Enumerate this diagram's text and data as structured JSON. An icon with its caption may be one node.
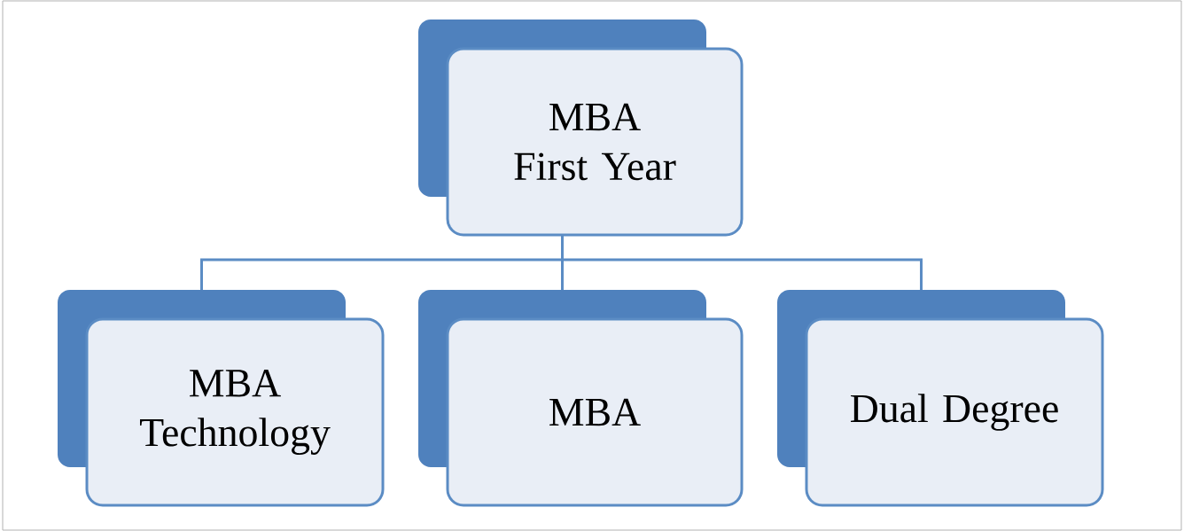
{
  "diagram": {
    "nodes": [
      {
        "text": [
          "MBA First Year"
        ]
      },
      {
        "text": [
          "MBA Technology"
        ]
      },
      {
        "text": [
          "MBA"
        ]
      },
      {
        "text": [
          "Dual Degree"
        ]
      }
    ],
    "edges": [
      {
        "from": 0,
        "to": 1,
        "arrow": "none"
      },
      {
        "from": 0,
        "to": 2,
        "arrow": "none"
      },
      {
        "from": 0,
        "to": 3,
        "arrow": "none"
      }
    ]
  }
}
